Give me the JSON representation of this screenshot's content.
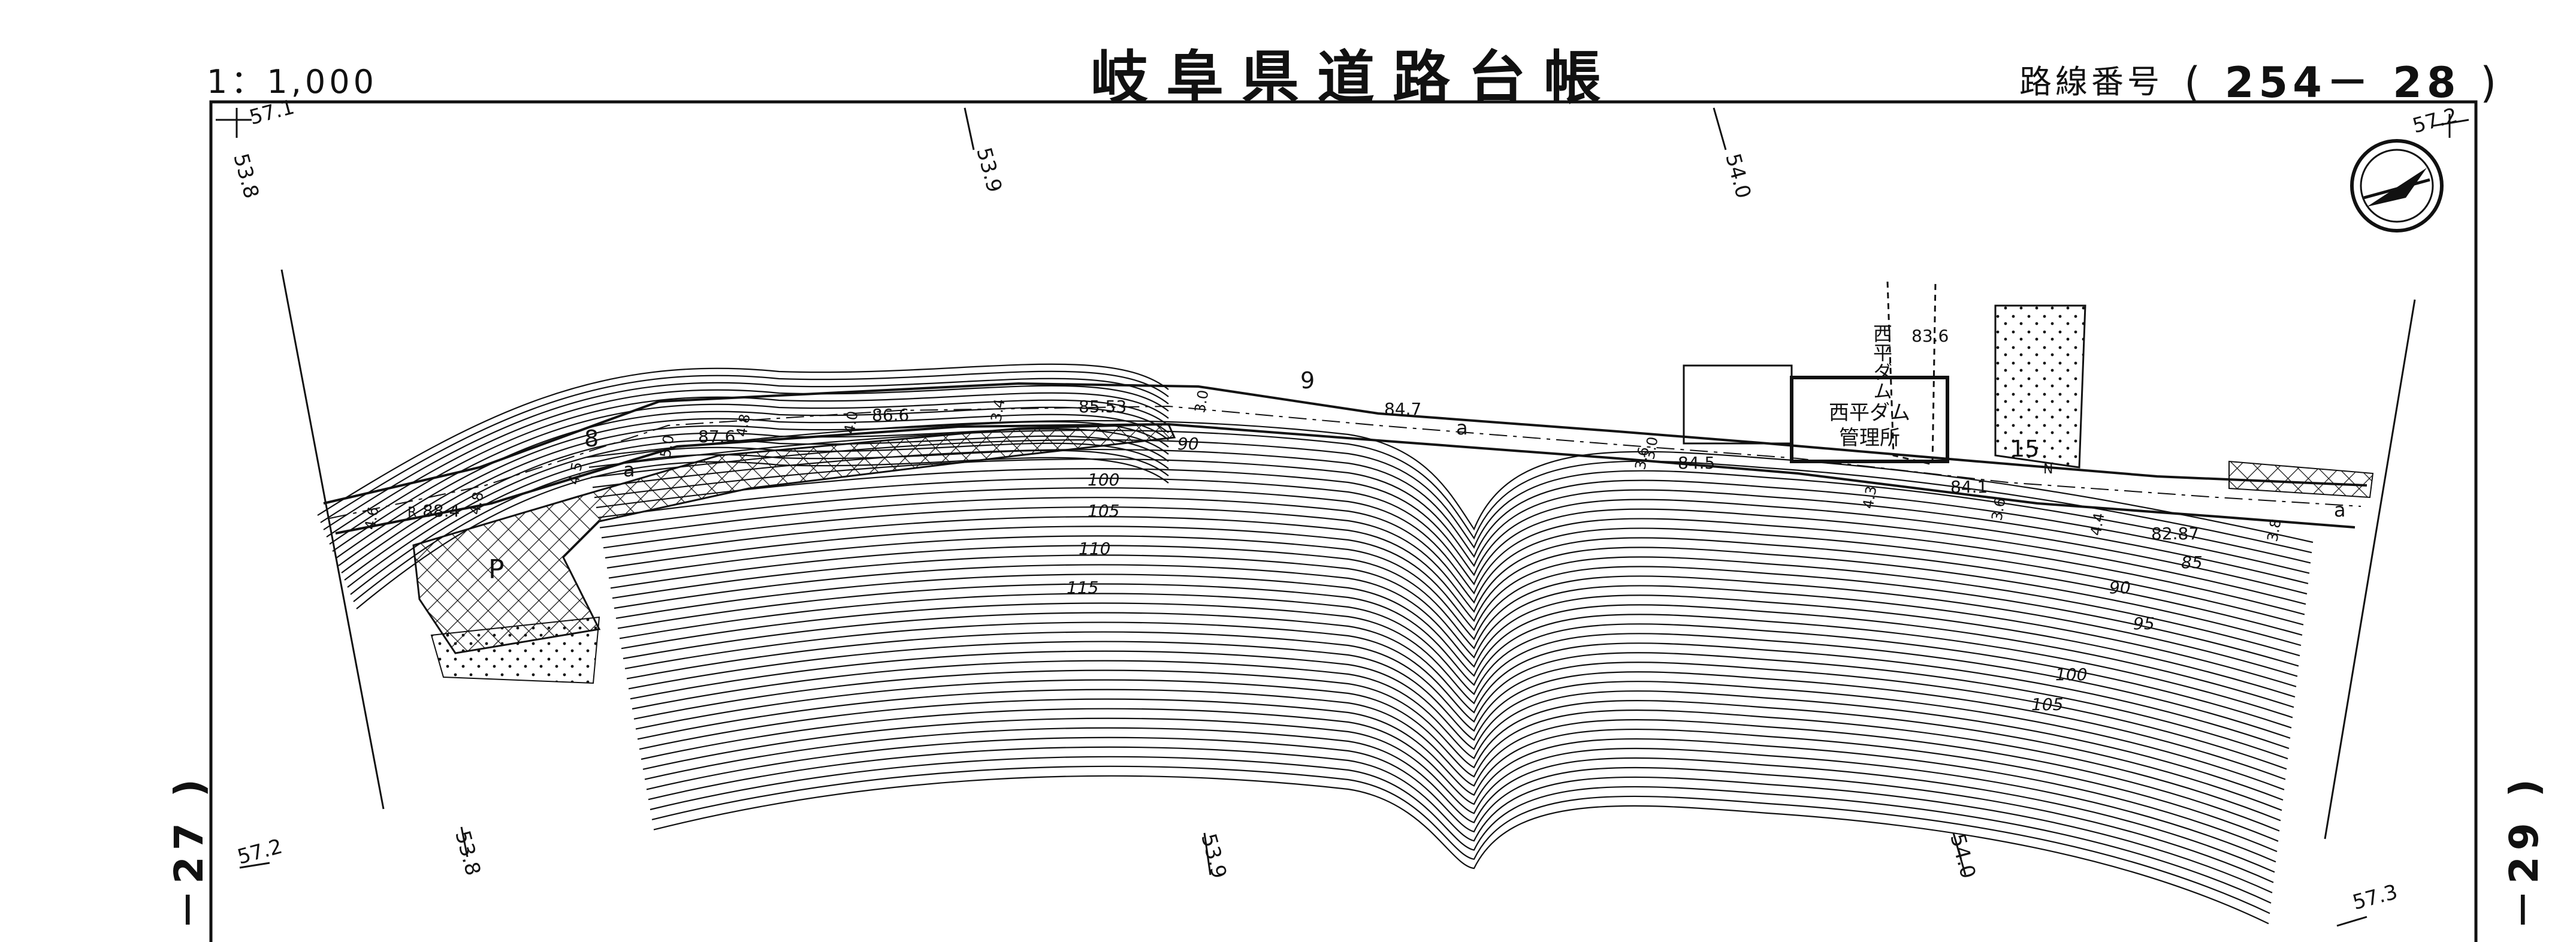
{
  "header": {
    "scale": "1：1,000",
    "title": "岐阜県道路台帳",
    "route_label": "路線番号",
    "route_number": "254－ 28",
    "paren_open": "(",
    "paren_close": ")"
  },
  "sheets": {
    "left": "－27 )",
    "right": "－29 )"
  },
  "grid_labels": {
    "top_left_x": "57.1",
    "top_left_y": "53.8",
    "top_mid_1": "53.9",
    "top_mid_2": "54.0",
    "top_right_x": "57.2",
    "bottom_left_x": "57.2",
    "bottom_left_y": "53.8",
    "bottom_mid_1": "53.9",
    "bottom_mid_2": "54.0",
    "bottom_right_x": "57.3"
  },
  "facility": {
    "name_line1": "西平ダム",
    "name_line2": "管理所",
    "vertical_name": "西平ダム"
  },
  "road": {
    "station_9": "9",
    "station_8": "8",
    "station_15": "15",
    "parking": "P",
    "elevations": [
      "88.4",
      "87.6",
      "86.6",
      "85.53",
      "84.7",
      "84.5",
      "84.1",
      "82.87",
      "83.6"
    ],
    "widths": [
      "4.6",
      "4.8",
      "4.5",
      "5.0",
      "4.8",
      "4.0",
      "3.4",
      "3.0",
      "3.6",
      "3.0",
      "4.3",
      "3.6",
      "4.4",
      "3.8"
    ],
    "symbol_a": "a",
    "symbol_R": "R",
    "symbol_N": "N"
  },
  "contours": [
    "90",
    "100",
    "105",
    "110",
    "115",
    "90",
    "95",
    "100",
    "105",
    "85"
  ],
  "colors": {
    "ink": "#111111",
    "paper": "#ffffff"
  }
}
